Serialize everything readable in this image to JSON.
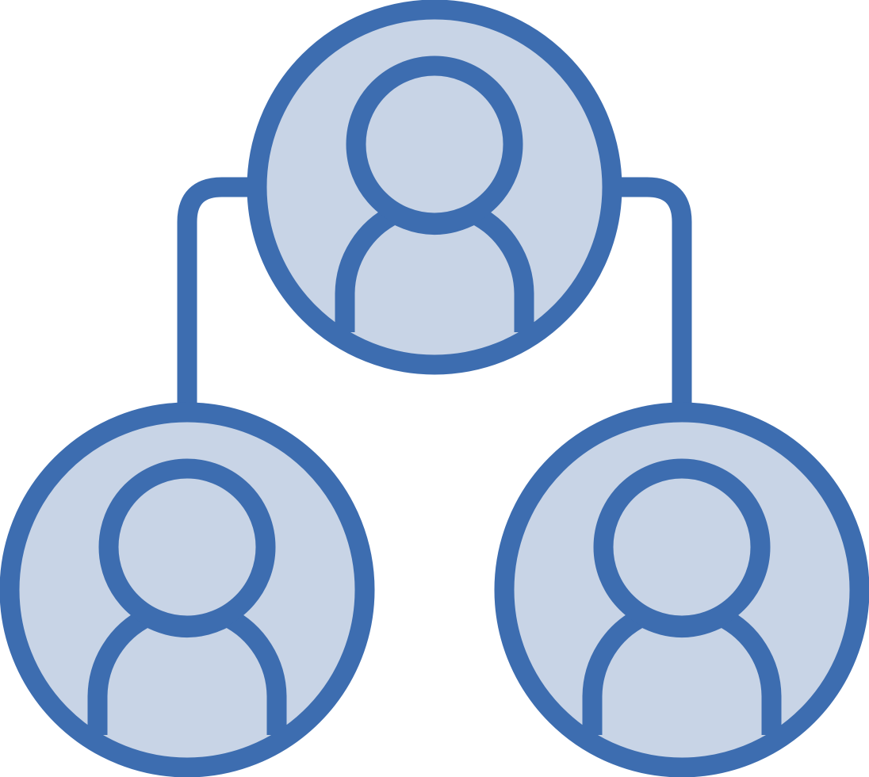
{
  "icon": {
    "name": "hierarchy-users-icon",
    "colors": {
      "stroke": "#3d6db0",
      "fill": "#c8d4e6",
      "background": "#ffffff"
    },
    "nodes": [
      {
        "role": "top-user"
      },
      {
        "role": "bottom-left-user"
      },
      {
        "role": "bottom-right-user"
      }
    ]
  }
}
